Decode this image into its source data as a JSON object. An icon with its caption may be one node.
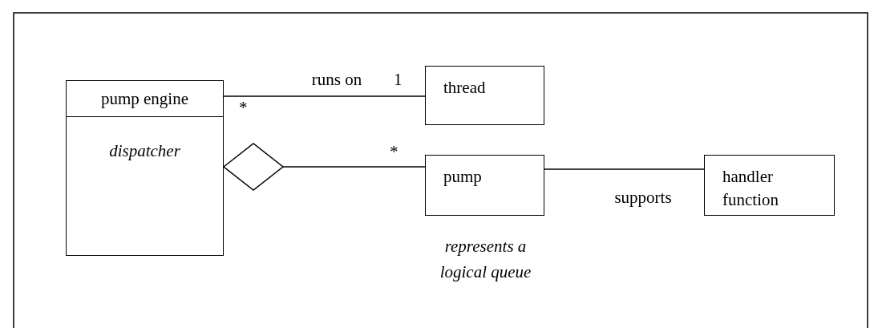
{
  "diagram": {
    "nodes": [
      {
        "text": [
          "pump engine",
          "dispatcher"
        ]
      },
      {
        "text": [
          "thread"
        ]
      },
      {
        "text": [
          "pump"
        ],
        "beside": [
          "represents a logical queue"
        ]
      },
      {
        "text": [
          "handler function"
        ]
      }
    ],
    "edges": [
      {
        "from": 0,
        "to": 1,
        "arrow": "none",
        "label": "runs on"
      },
      {
        "from": 0,
        "to": 2,
        "arrow": "other"
      },
      {
        "from": 2,
        "to": 3,
        "arrow": "none",
        "label": "supports"
      }
    ],
    "labels": [
      "*",
      "1",
      "*"
    ]
  }
}
